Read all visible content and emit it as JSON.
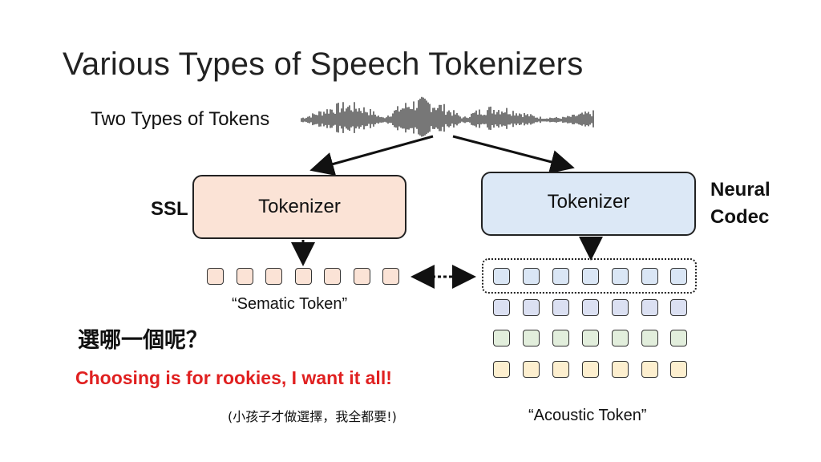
{
  "title": "Various Types of Speech Tokenizers",
  "subtitle": "Two Types of Tokens",
  "left_branch": {
    "side_label": "SSL",
    "box_label": "Tokenizer",
    "caption": "“Sematic Token”",
    "color": "#fbe3d6",
    "token_color": "#fbe3d6",
    "token_rows": 1,
    "tokens_per_row": 7
  },
  "right_branch": {
    "side_label_line1": "Neural",
    "side_label_line2": "Codec",
    "box_label": "Tokenizer",
    "caption": "“Acoustic Token”",
    "color": "#dce8f6",
    "token_row_colors": [
      "#dae6f5",
      "#dbe0f2",
      "#e2eedc",
      "#fdefcf"
    ],
    "tokens_per_row": 7
  },
  "question": "選哪一個呢？",
  "emphasis": "Choosing is for rookies, I want it all!",
  "emphasis_color": "#e02020",
  "note": "(小孩子才做選擇，我全都要!)"
}
